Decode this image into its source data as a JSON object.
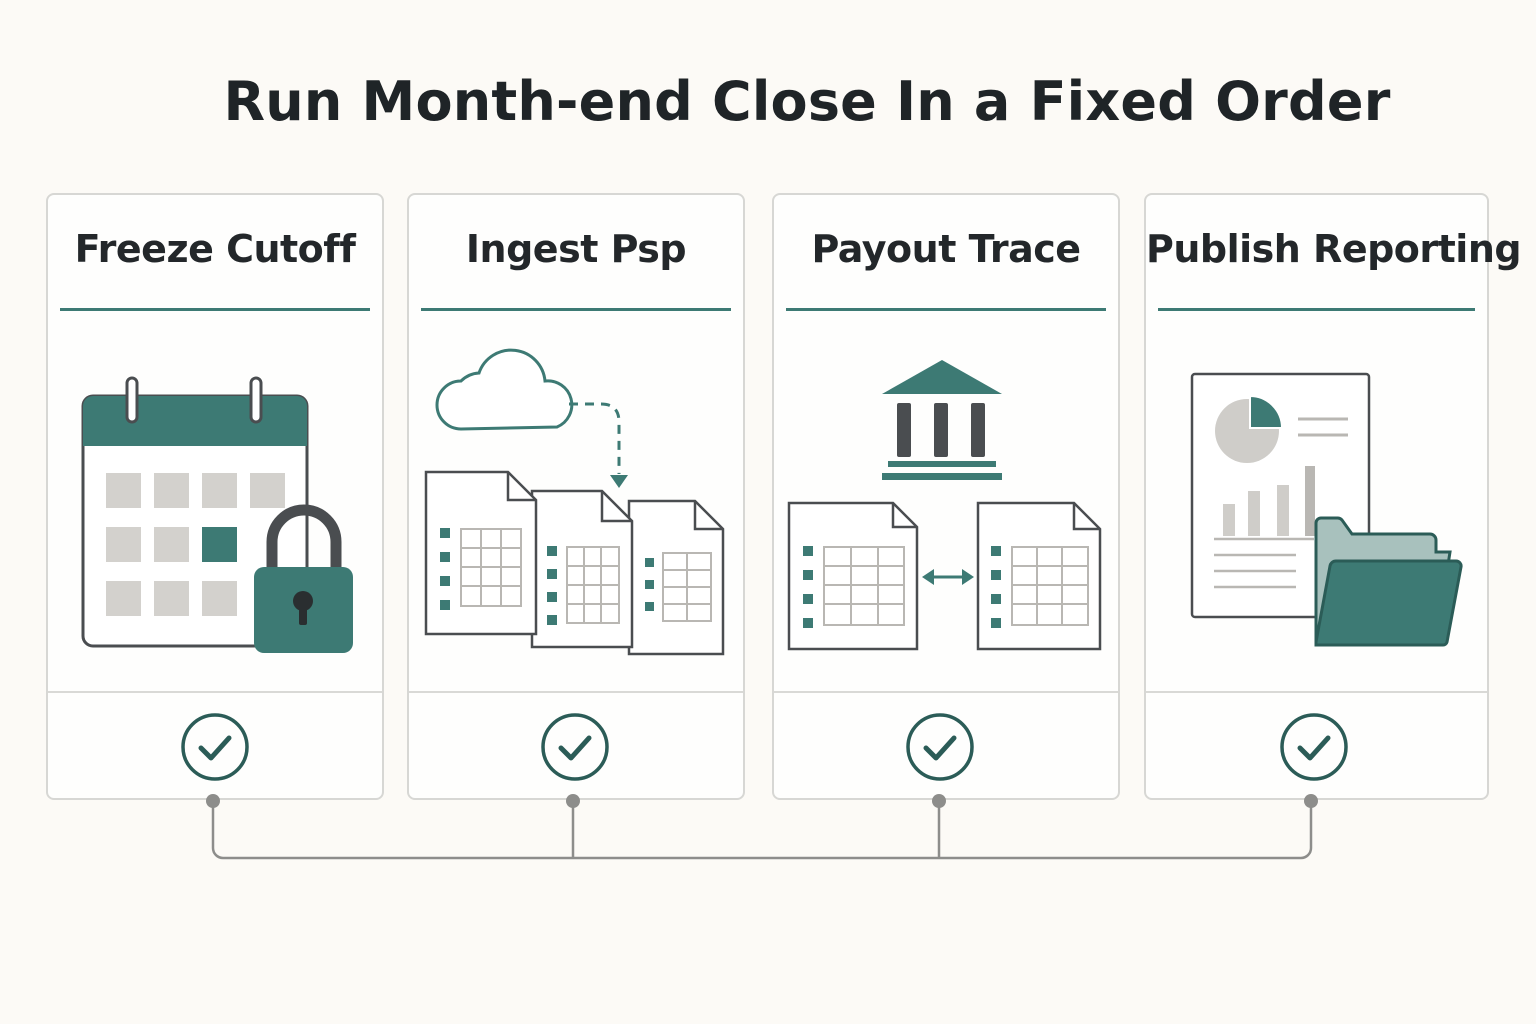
{
  "title": "Run Month-end Close In a Fixed Order",
  "steps": [
    {
      "label": "Freeze Cutoff",
      "icon": "calendar-lock-icon",
      "status": "complete"
    },
    {
      "label": "Ingest Psp",
      "icon": "cloud-files-icon",
      "status": "complete"
    },
    {
      "label": "Payout Trace",
      "icon": "bank-reconcile-icon",
      "status": "complete"
    },
    {
      "label": "Publish Reporting",
      "icon": "report-folder-icon",
      "status": "complete"
    }
  ],
  "colors": {
    "accent": "#3d7a74",
    "accent_dark": "#2b5c57",
    "text": "#23272a",
    "card_border": "#d7d7d4",
    "background": "#fcfaf6",
    "neutral": "#cfcdc9"
  }
}
